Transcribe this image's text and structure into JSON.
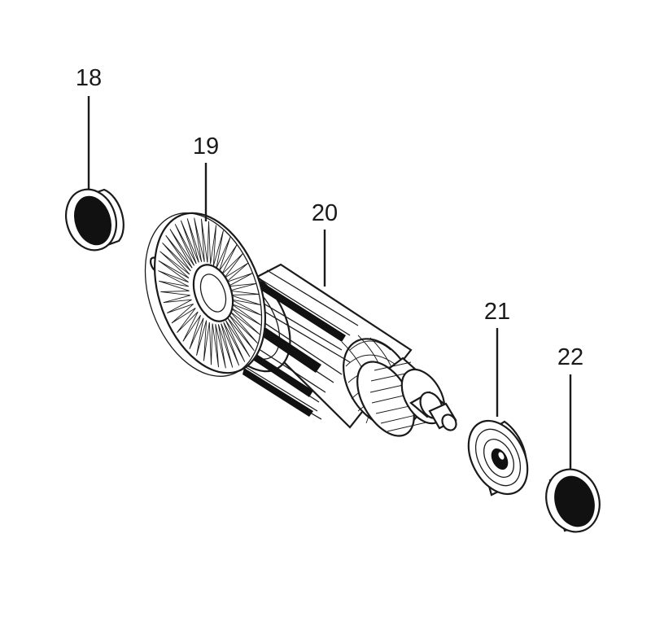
{
  "callouts": [
    {
      "id": "18",
      "label": "18",
      "part": "bearing-cap"
    },
    {
      "id": "19",
      "label": "19",
      "part": "insulation-washer-fan"
    },
    {
      "id": "20",
      "label": "20",
      "part": "armature"
    },
    {
      "id": "21",
      "label": "21",
      "part": "ball-bearing"
    },
    {
      "id": "22",
      "label": "22",
      "part": "bearing-cap"
    }
  ],
  "colors": {
    "ink": "#1a1a1a",
    "background": "#ffffff",
    "fill_dark": "#111111"
  }
}
